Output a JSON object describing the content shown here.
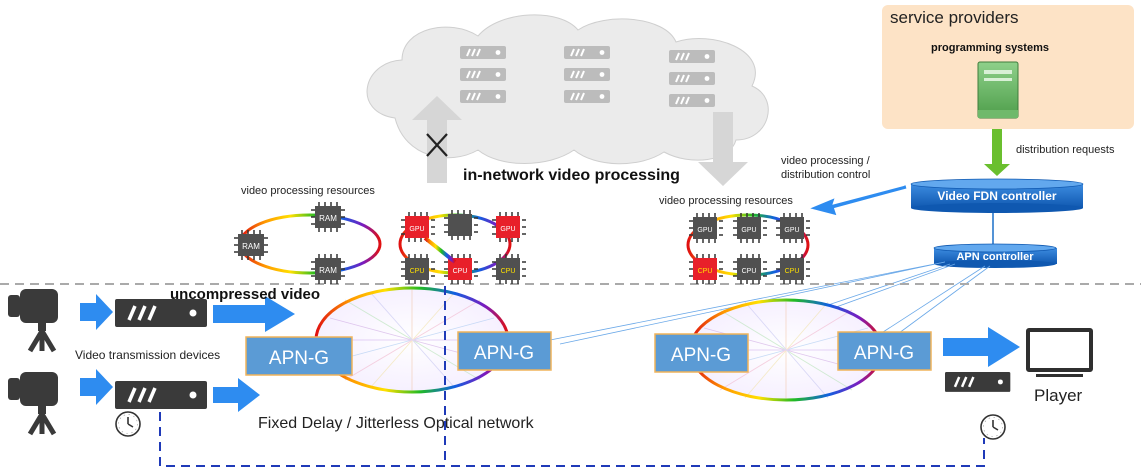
{
  "service": {
    "title": "service providers",
    "subtitle": "programming systems",
    "distribution_requests": "distribution requests"
  },
  "controllers": {
    "fdn": "Video FDN controller",
    "apn": "APN controller"
  },
  "labels": {
    "processing_control_line1": "video processing /",
    "processing_control_line2": "distribution control",
    "in_network": "in-network video processing",
    "resources_left": "video processing resources",
    "resources_right": "video processing resources",
    "uncompressed": "uncompressed video",
    "transmission_devices": "Video transmission devices",
    "network": "Fixed Delay / Jitterless Optical network",
    "player": "Player"
  },
  "nodes": {
    "apng_1": "APN-G",
    "apng_2": "APN-G",
    "apng_3": "APN-G",
    "apng_4": "APN-G"
  },
  "chips": {
    "ram": "RAM",
    "gpu": "GPU",
    "cpu": "CPU"
  },
  "colors": {
    "cloud": "#eaeaea",
    "server": "#bdbdbd",
    "service_bg": "#fde3c6",
    "controller": "#1a6fc9",
    "apng_fill": "#5b9bd5",
    "apng_border": "#f0b35a",
    "arrow_blue": "#2e8cf0",
    "arrow_green": "#6abf2e",
    "dashed_blue": "#1f3ab8",
    "chip_dark": "#555555",
    "chip_red": "#e8202a"
  }
}
